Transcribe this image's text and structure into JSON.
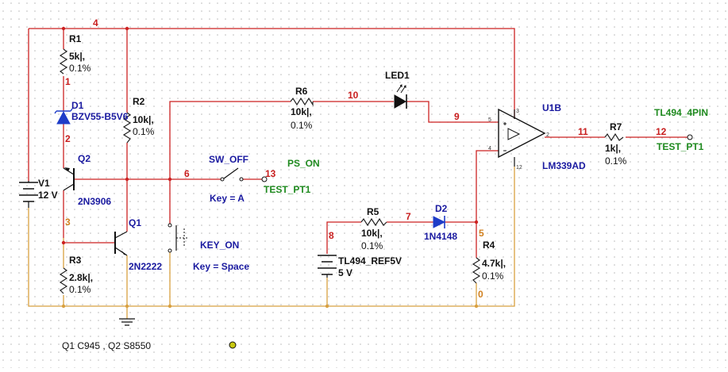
{
  "colors": {
    "wire_red": "#cc2222",
    "wire_ground": "#d8a040",
    "label_blue": "#1a1aa0",
    "label_green": "#1f8a1f",
    "net_red": "#c81e1e",
    "net_orange": "#d08020",
    "grid_dot": "#b9b9b9",
    "diode_fill": "#1e3cc8"
  },
  "components": {
    "r1": {
      "ref": "R1",
      "value": "5k|,",
      "tol": "0.1%"
    },
    "r2": {
      "ref": "R2",
      "value": "10k|,",
      "tol": "0.1%"
    },
    "r3": {
      "ref": "R3",
      "value": "2.8k|,",
      "tol": "0.1%"
    },
    "r4": {
      "ref": "R4",
      "value": "4.7k|,",
      "tol": "0.1%"
    },
    "r5": {
      "ref": "R5",
      "value": "10k|,",
      "tol": "0.1%"
    },
    "r6": {
      "ref": "R6",
      "value": "10k|,",
      "tol": "0.1%"
    },
    "r7": {
      "ref": "R7",
      "value": "1k|,",
      "tol": "0.1%"
    },
    "d1": {
      "ref": "D1",
      "part": "BZV55-B5V6"
    },
    "d2": {
      "ref": "D2",
      "part": "1N4148"
    },
    "led1": {
      "ref": "LED1"
    },
    "q1": {
      "ref": "Q1",
      "part": "2N2222"
    },
    "q2": {
      "ref": "Q2",
      "part": "2N3906"
    },
    "v1": {
      "ref": "V1",
      "value": "12 V"
    },
    "vref": {
      "ref": "TL494_REF5V",
      "value": "5 V"
    },
    "u1": {
      "ref": "U1B",
      "part": "LM339AD",
      "pins": {
        "p3": "3",
        "p5": "5",
        "p4": "4",
        "p2": "2",
        "p12": "12"
      }
    },
    "sw_off": {
      "ref": "SW_OFF",
      "key": "Key = A"
    },
    "key_on": {
      "ref": "KEY_ON",
      "key": "Key = Space"
    }
  },
  "probes": {
    "ps_on": {
      "name": "PS_ON",
      "test": "TEST_PT1"
    },
    "tl494": {
      "name": "TL494_4PIN",
      "test": "TEST_PT1"
    }
  },
  "nets": {
    "n4": "4",
    "n1": "1",
    "n2": "2",
    "n3": "3",
    "n6": "6",
    "n13": "13",
    "n10": "10",
    "n9": "9",
    "n11": "11",
    "n12": "12",
    "n7": "7",
    "n8": "8",
    "n5": "5",
    "n0": "0"
  },
  "note": "Q1 C945 ,  Q2 S8550"
}
